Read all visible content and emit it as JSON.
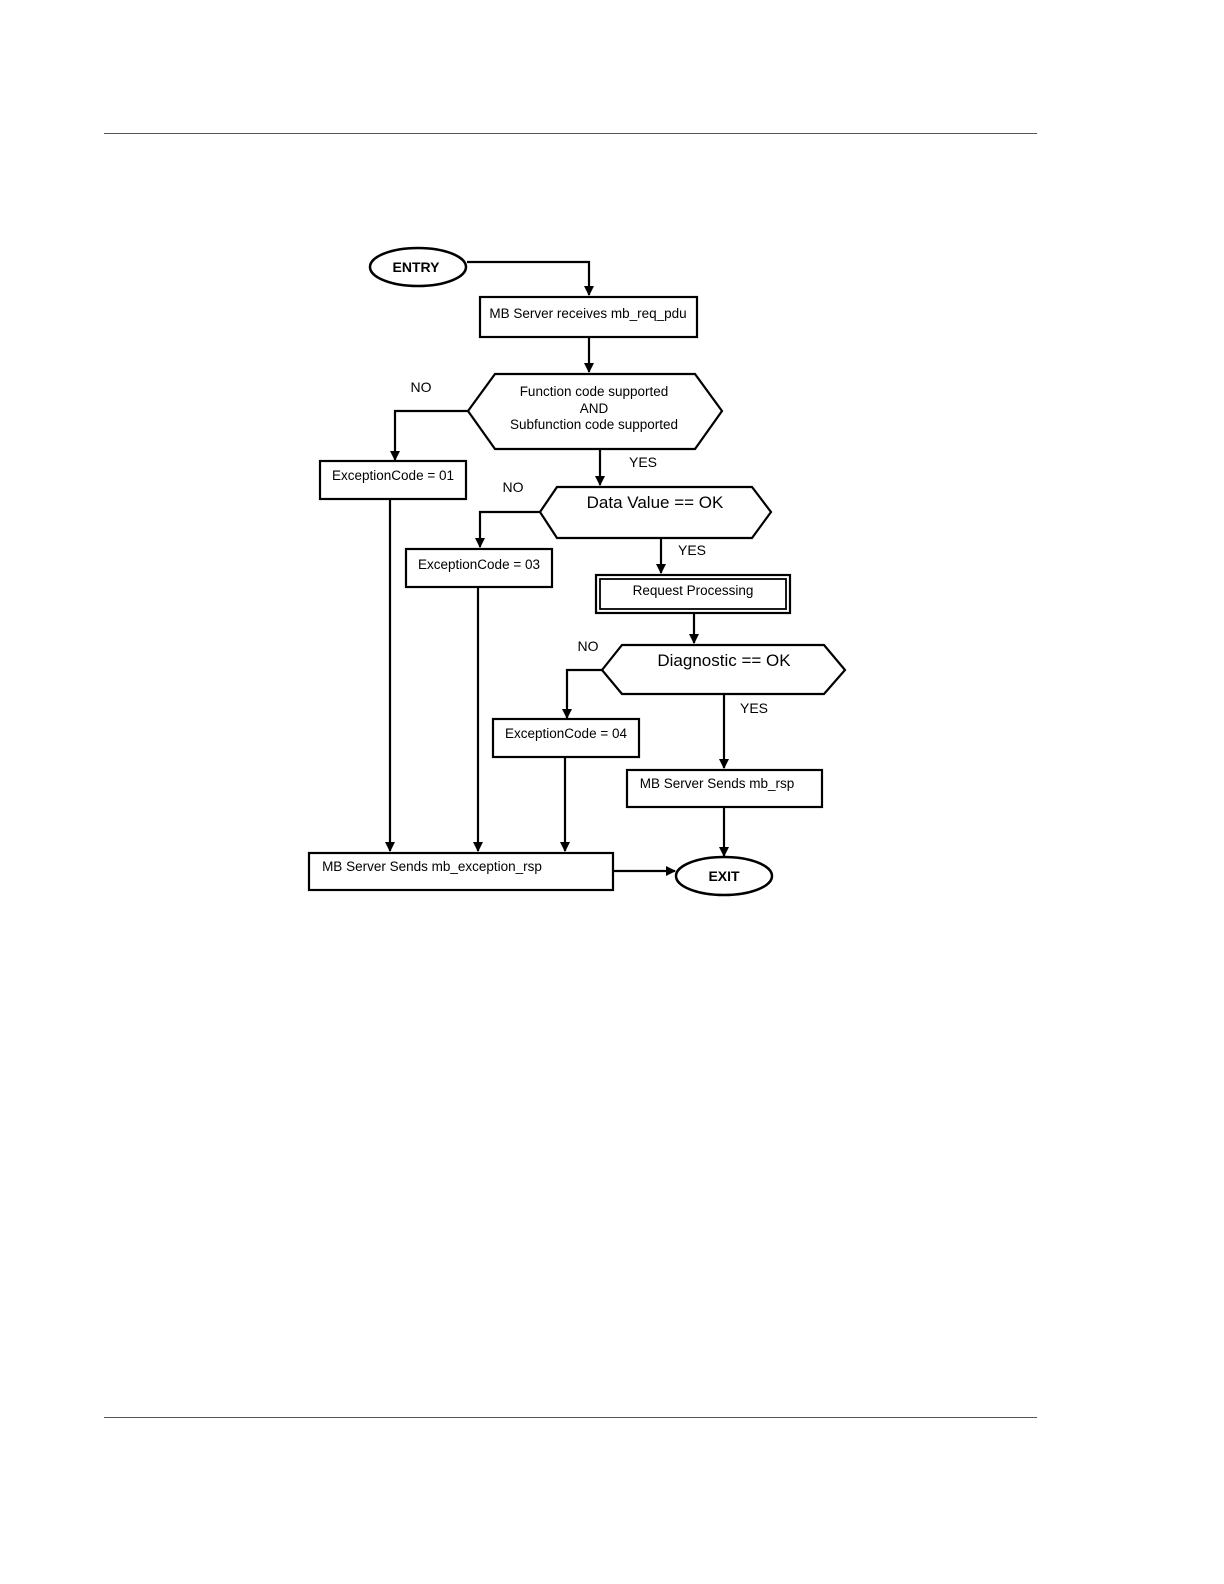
{
  "flowchart": {
    "entry": "ENTRY",
    "receive": "MB Server receives mb_req_pdu",
    "decision1": {
      "line1": "Function code supported",
      "line2": "AND",
      "line3": "Subfunction code  supported"
    },
    "exception01": "ExceptionCode = 01",
    "decision2": "Data Value == OK",
    "exception03": "ExceptionCode = 03",
    "processing": "Request Processing",
    "decision3": "Diagnostic == OK",
    "exception04": "ExceptionCode = 04",
    "send_rsp": "MB Server Sends mb_rsp",
    "send_exception": "MB Server Sends mb_exception_rsp",
    "exit": "EXIT",
    "labels": {
      "no1": "NO",
      "yes1": "YES",
      "no2": "NO",
      "yes2": "YES",
      "no3": "NO",
      "yes3": "YES"
    }
  }
}
